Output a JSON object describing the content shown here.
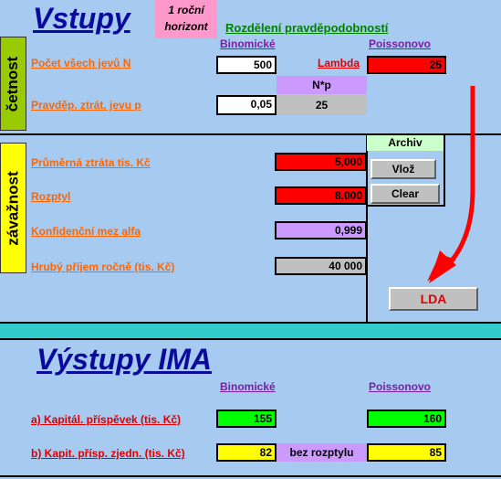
{
  "inputs": {
    "title": "Vstupy",
    "horizon_line1": "1 roční",
    "horizon_line2": "horizont",
    "distribution_title": "Rozdělení pravděpodobností",
    "binomial_header": "Binomické",
    "poisson_header": "Poissonovo"
  },
  "frequency": {
    "side_label": "četnost",
    "n_label": "Počet všech jevů N",
    "n_value": "500",
    "lambda_label": "Lambda",
    "lambda_value": "25",
    "np_label": "N*p",
    "np_value": "25",
    "p_label": "Pravděp. ztrát. jevu p",
    "p_value": "0,05"
  },
  "severity": {
    "side_label": "závažnost",
    "avg_loss_label": "Průměrná ztráta tis. Kč",
    "avg_loss_value": "5,000",
    "variance_label": "Rozptyl",
    "variance_value": "8,000",
    "alpha_label": "Konfidenční mez alfa",
    "alpha_value": "0,999",
    "income_label": "Hrubý příjem ročně (tis. Kč)",
    "income_value": "40 000"
  },
  "archive": {
    "title": "Archiv",
    "insert_button": "Vlož",
    "clear_button": "Clear"
  },
  "lda_button": "LDA",
  "outputs": {
    "title": "Výstupy IMA",
    "binomial_header": "Binomické",
    "poisson_header": "Poissonovo",
    "capital_label": "a) Kapitál. příspěvek (tis. Kč)",
    "capital_binomial": "155",
    "capital_poisson": "160",
    "simplified_label": "b) Kapit. přísp. zjedn. (tis. Kč)",
    "simplified_binomial": "82",
    "no_variance_label": "bez rozptylu",
    "simplified_poisson": "85"
  },
  "colors": {
    "background": "#a6caf0",
    "input_white": "#ffffff",
    "input_red": "#ff0000",
    "input_lilac": "#cc99ff",
    "input_gray": "#c0c0c0",
    "output_green": "#00ff00",
    "output_yellow": "#ffff00",
    "separator_teal": "#33cccc",
    "arrow": "#ff0000"
  }
}
